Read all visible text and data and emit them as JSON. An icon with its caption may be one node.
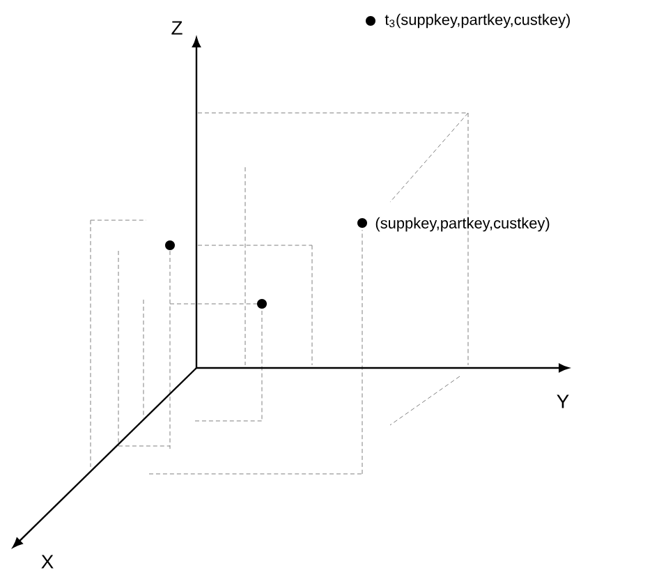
{
  "diagram": {
    "labels": [
      "Z",
      "Y",
      "X",
      "t$_{3}$(suppkey,partkey,custkey)",
      "(suppkey,partkey,custkey)"
    ]
  }
}
